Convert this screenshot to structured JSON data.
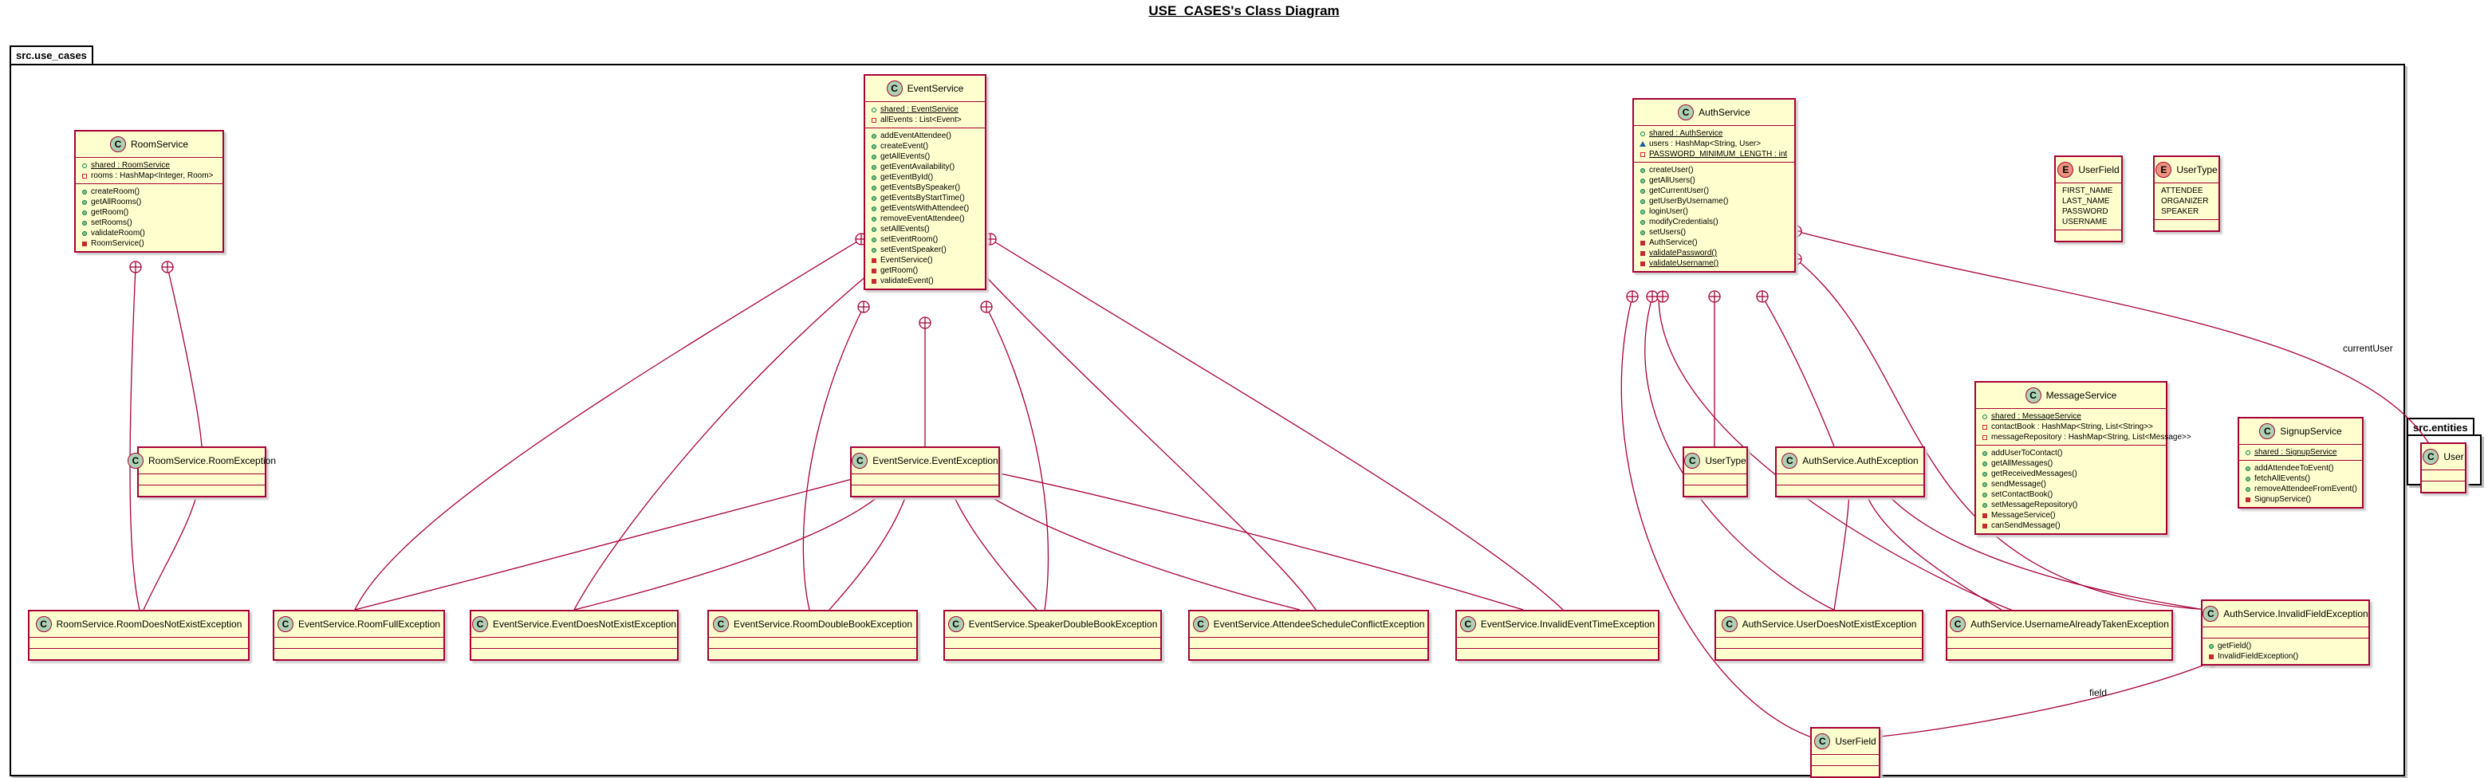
{
  "diagram_title": "USE_CASES's Class Diagram",
  "packages": {
    "use_cases": "src.use_cases",
    "entities": "src.entities"
  },
  "classes": {
    "room_service": {
      "name": "RoomService",
      "fields": [
        {
          "vis": "pub",
          "text": "shared : RoomService",
          "static": true
        },
        {
          "vis": "priv",
          "text": "rooms : HashMap<Integer, Room>"
        }
      ],
      "methods": [
        {
          "vis": "pubm",
          "text": "createRoom()"
        },
        {
          "vis": "pubm",
          "text": "getAllRooms()"
        },
        {
          "vis": "pubm",
          "text": "getRoom()"
        },
        {
          "vis": "pubm",
          "text": "setRooms()"
        },
        {
          "vis": "pubm",
          "text": "validateRoom()"
        },
        {
          "vis": "privm",
          "text": "RoomService()"
        }
      ]
    },
    "event_service": {
      "name": "EventService",
      "fields": [
        {
          "vis": "pub",
          "text": "shared : EventService",
          "static": true
        },
        {
          "vis": "priv",
          "text": "allEvents : List<Event>"
        }
      ],
      "methods": [
        {
          "vis": "pubm",
          "text": "addEventAttendee()"
        },
        {
          "vis": "pubm",
          "text": "createEvent()"
        },
        {
          "vis": "pubm",
          "text": "getAllEvents()"
        },
        {
          "vis": "pubm",
          "text": "getEventAvailability()"
        },
        {
          "vis": "pubm",
          "text": "getEventById()"
        },
        {
          "vis": "pubm",
          "text": "getEventsBySpeaker()"
        },
        {
          "vis": "pubm",
          "text": "getEventsByStartTime()"
        },
        {
          "vis": "pubm",
          "text": "getEventsWithAttendee()"
        },
        {
          "vis": "pubm",
          "text": "removeEventAttendee()"
        },
        {
          "vis": "pubm",
          "text": "setAllEvents()"
        },
        {
          "vis": "pubm",
          "text": "setEventRoom()"
        },
        {
          "vis": "pubm",
          "text": "setEventSpeaker()"
        },
        {
          "vis": "privm",
          "text": "EventService()"
        },
        {
          "vis": "privm",
          "text": "getRoom()"
        },
        {
          "vis": "privm",
          "text": "validateEvent()"
        }
      ]
    },
    "auth_service": {
      "name": "AuthService",
      "fields": [
        {
          "vis": "pub",
          "text": "shared : AuthService",
          "static": true
        },
        {
          "vis": "pkg",
          "text": "users : HashMap<String, User>"
        },
        {
          "vis": "priv",
          "text": "PASSWORD_MINIMUM_LENGTH : int",
          "static": true
        }
      ],
      "methods": [
        {
          "vis": "pubm",
          "text": "createUser()"
        },
        {
          "vis": "pubm",
          "text": "getAllUsers()"
        },
        {
          "vis": "pubm",
          "text": "getCurrentUser()"
        },
        {
          "vis": "pubm",
          "text": "getUserByUsername()"
        },
        {
          "vis": "pubm",
          "text": "loginUser()"
        },
        {
          "vis": "pubm",
          "text": "modifyCredentials()"
        },
        {
          "vis": "pubm",
          "text": "setUsers()"
        },
        {
          "vis": "privm",
          "text": "AuthService()"
        },
        {
          "vis": "privm",
          "text": "validatePassword()",
          "static": true
        },
        {
          "vis": "privm",
          "text": "validateUsername()",
          "static": true
        }
      ]
    },
    "message_service": {
      "name": "MessageService",
      "fields": [
        {
          "vis": "pub",
          "text": "shared : MessageService",
          "static": true
        },
        {
          "vis": "priv",
          "text": "contactBook : HashMap<String, List<String>>"
        },
        {
          "vis": "priv",
          "text": "messageRepository : HashMap<String, List<Message>>"
        }
      ],
      "methods": [
        {
          "vis": "pubm",
          "text": "addUserToContact()"
        },
        {
          "vis": "pubm",
          "text": "getAllMessages()"
        },
        {
          "vis": "pubm",
          "text": "getReceivedMessages()"
        },
        {
          "vis": "pubm",
          "text": "sendMessage()"
        },
        {
          "vis": "pubm",
          "text": "setContactBook()"
        },
        {
          "vis": "pubm",
          "text": "setMessageRepository()"
        },
        {
          "vis": "privm",
          "text": "MessageService()"
        },
        {
          "vis": "privm",
          "text": "canSendMessage()"
        }
      ]
    },
    "signup_service": {
      "name": "SignupService",
      "fields": [
        {
          "vis": "pub",
          "text": "shared : SignupService",
          "static": true
        }
      ],
      "methods": [
        {
          "vis": "pubm",
          "text": "addAttendeeToEvent()"
        },
        {
          "vis": "pubm",
          "text": "fetchAllEvents()"
        },
        {
          "vis": "pubm",
          "text": "removeAttendeeFromEvent()"
        },
        {
          "vis": "privm",
          "text": "SignupService()"
        }
      ]
    },
    "invalid_field_exception": {
      "name": "AuthService.InvalidFieldException",
      "methods": [
        {
          "vis": "pubm",
          "text": "getField()"
        },
        {
          "vis": "privm",
          "text": "InvalidFieldException()"
        }
      ]
    }
  },
  "enums": {
    "user_field_enum": {
      "name": "UserField",
      "values": [
        "FIRST_NAME",
        "LAST_NAME",
        "PASSWORD",
        "USERNAME"
      ]
    },
    "user_type_enum": {
      "name": "UserType",
      "values": [
        "ATTENDEE",
        "ORGANIZER",
        "SPEAKER"
      ]
    }
  },
  "simple_classes": {
    "room_exception": "RoomService.RoomException",
    "room_does_not_exist": "RoomService.RoomDoesNotExistException",
    "event_exception": "EventService.EventException",
    "room_full": "EventService.RoomFullException",
    "event_does_not_exist": "EventService.EventDoesNotExistException",
    "room_double_book": "EventService.RoomDoubleBookException",
    "speaker_double_book": "EventService.SpeakerDoubleBookException",
    "attendee_schedule_conflict": "EventService.AttendeeScheduleConflictException",
    "invalid_event_time": "EventService.InvalidEventTimeException",
    "user_type_ref": "UserType",
    "auth_exception": "AuthService.AuthException",
    "user_does_not_exist": "AuthService.UserDoesNotExistException",
    "username_already_taken": "AuthService.UsernameAlreadyTakenException",
    "user_field_ref": "UserField",
    "user_entity": "User"
  },
  "relation_labels": {
    "current_user": "currentUser",
    "field": "field"
  },
  "colors": {
    "class_fill": "#fefece",
    "class_border": "#a80036",
    "class_stereotype": "#add1b2",
    "enum_stereotype": "#eb937f",
    "link": "#a80036"
  }
}
